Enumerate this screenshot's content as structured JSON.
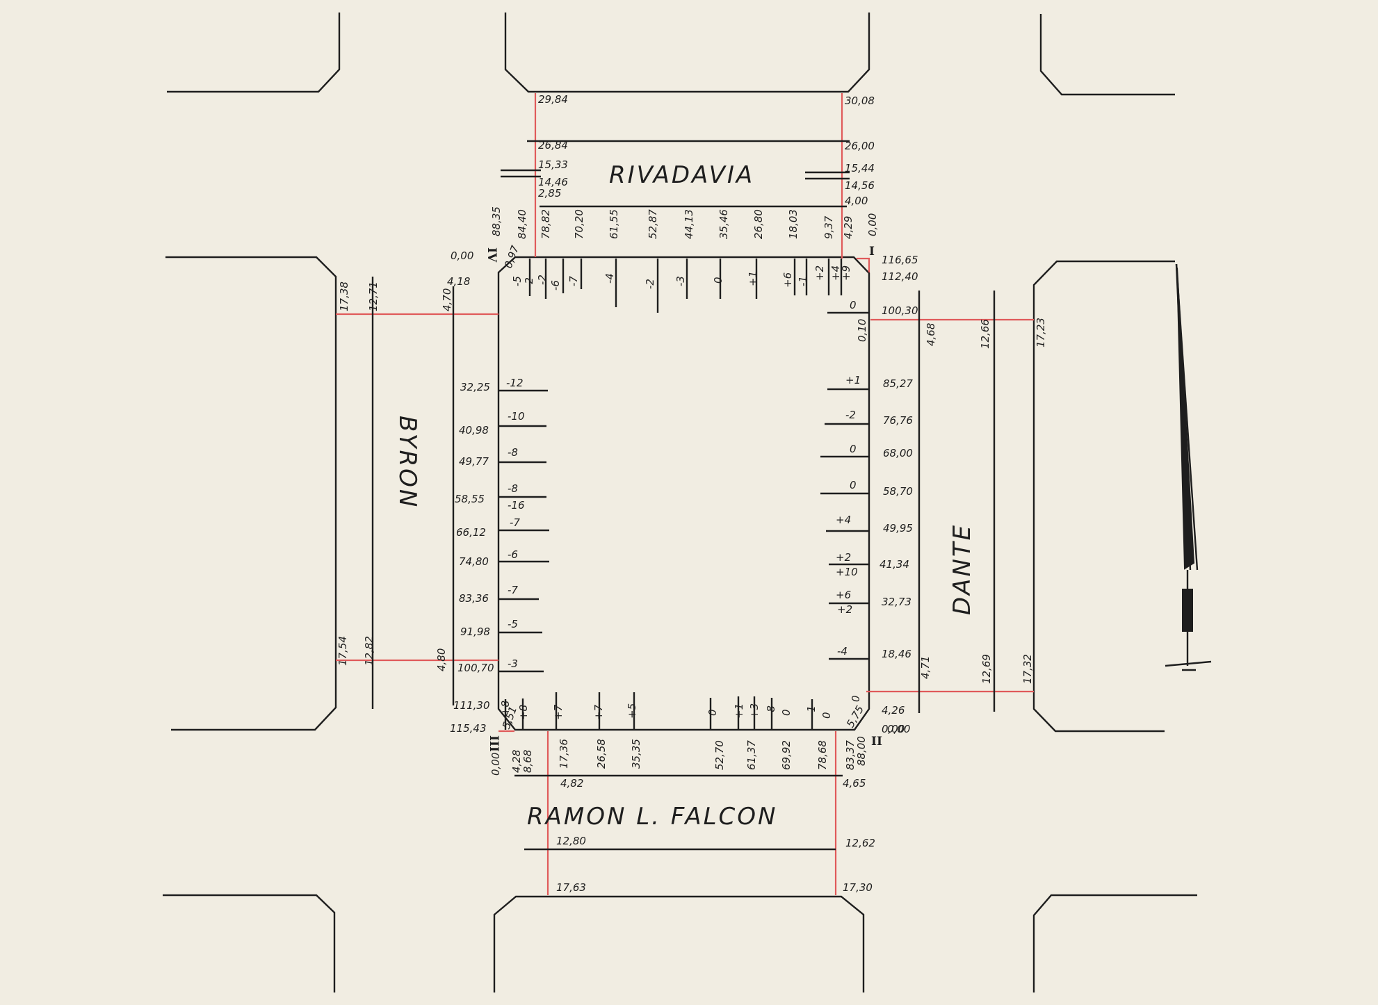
{
  "streets": {
    "north": "RIVADAVIA",
    "west": "BYRON",
    "east": "DANTE",
    "south": "RAMON L. FALCON"
  },
  "corners": {
    "northeast": "I",
    "southeast": "II",
    "southwest": "III",
    "northwest": "IV"
  },
  "rivadavia_section": {
    "west_labels": [
      "29,84",
      "26,84",
      "15,33",
      "14,46",
      "2,85"
    ],
    "east_labels": [
      "30,08",
      "26,00",
      "15,44",
      "14,56",
      "4,00"
    ]
  },
  "north_frontage": {
    "distances": [
      "88,35",
      "84,40",
      "78,82",
      "70,20",
      "61,55",
      "52,87",
      "44,13",
      "35,46",
      "26,80",
      "18,03",
      "9,37",
      "4,29",
      "0,00"
    ],
    "levels": [
      "-5",
      "-2",
      "-2",
      "-6",
      "-7",
      "-4",
      "-2",
      "-3",
      "0",
      "+1",
      "+6",
      "-1",
      "+2",
      "+4",
      "+9"
    ],
    "corner_label": "0,97",
    "nw_zero": "0,00"
  },
  "east_frontage": {
    "distances": [
      "116,65",
      "112,40",
      "100,30",
      "85,27",
      "76,76",
      "68,00",
      "58,70",
      "49,95",
      "41,34",
      "32,73",
      "18,46",
      "4,26",
      "0,00"
    ],
    "levels": [
      "0",
      "+1",
      "-2",
      "0",
      "0",
      "+4",
      "+2",
      "+10",
      "+6",
      "+2",
      "-4"
    ],
    "near_corner": "0,10"
  },
  "byron_section": {
    "north_labels": [
      "17,38",
      "12,71",
      "4,70",
      "4,18"
    ],
    "south_labels": [
      "17,54",
      "12,82",
      "4,80"
    ]
  },
  "dante_section": {
    "north_labels": [
      "4,68",
      "12,66",
      "17,23"
    ],
    "south_labels": [
      "4,71",
      "12,69",
      "17,32"
    ]
  },
  "west_frontage": {
    "distances": [
      "32,25",
      "40,98",
      "49,77",
      "58,55",
      "66,12",
      "74,80",
      "83,36",
      "91,98",
      "100,70",
      "111,30",
      "115,43"
    ],
    "levels": [
      "-12",
      "-10",
      "-8",
      "-8",
      "-16",
      "-7",
      "-6",
      "-7",
      "-5",
      "-3"
    ]
  },
  "south_frontage": {
    "distances": [
      "0,00",
      "4,28",
      "8,68",
      "17,36",
      "26,58",
      "35,35",
      "52,70",
      "61,37",
      "69,92",
      "78,68",
      "83,37",
      "88,00"
    ],
    "levels": [
      "+8",
      "+8",
      "+7",
      "+7",
      "+5",
      "0",
      "+1",
      "+3",
      "-8",
      "0",
      "-1",
      "0",
      "0"
    ],
    "corner_labels": [
      "5,51",
      "5,75"
    ],
    "se_zero": "0,00"
  },
  "falcon_section": {
    "west_labels": [
      "4,82",
      "12,80",
      "17,63"
    ],
    "east_labels": [
      "4,65",
      "12,62",
      "17,30"
    ]
  },
  "north_arrow": "north-arrow-icon"
}
